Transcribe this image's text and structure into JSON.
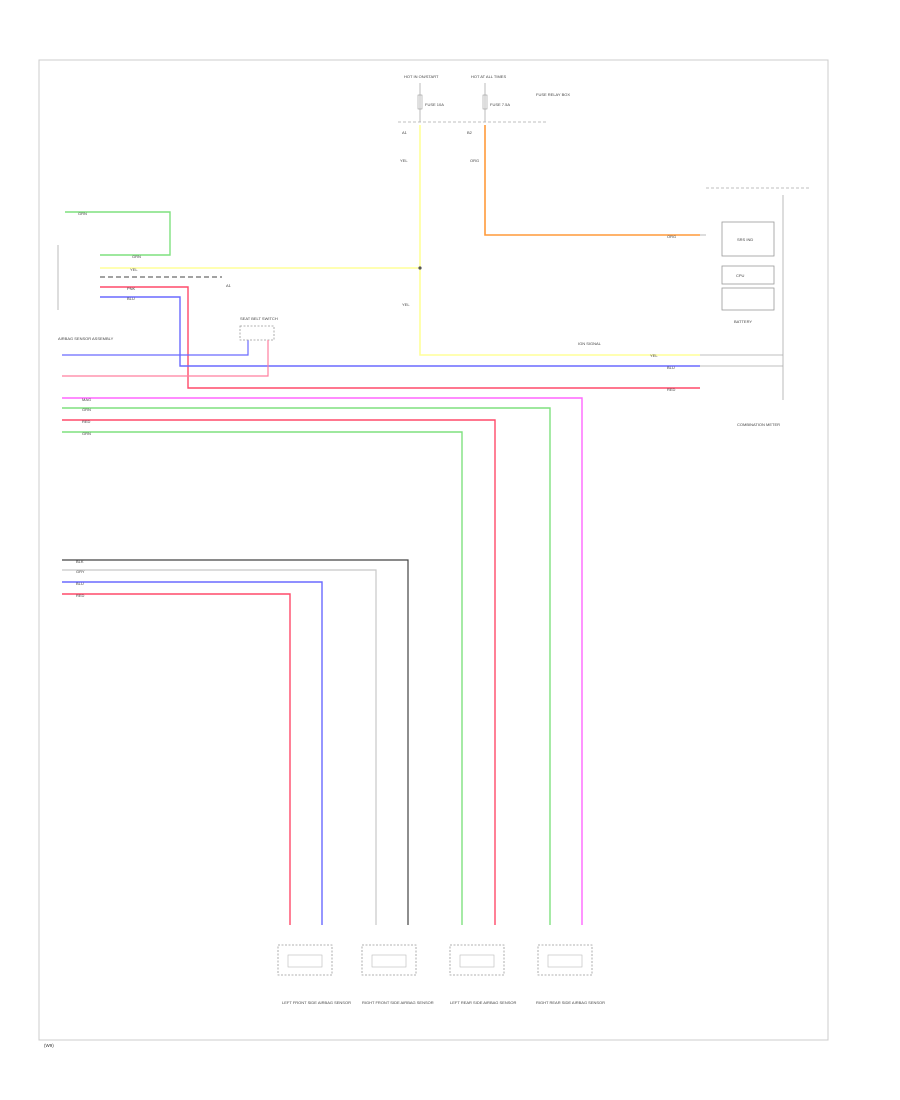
{
  "diagram": {
    "footer_code": "(W9)",
    "colors": {
      "green": "#7fe07f",
      "yellow": "#ffff99",
      "blue": "#6a6aff",
      "pink": "#ff7f9f",
      "red": "#ff4a6a",
      "magenta": "#ff66ff",
      "orange": "#ff9a3a",
      "gray": "#c8c8c8",
      "black": "#444444"
    },
    "nodes": {
      "fuse_a": {
        "title": "HOT IN ON/START",
        "fuse": "FUSE 10A",
        "pin": "A1"
      },
      "fuse_b": {
        "title": "HOT AT ALL TIMES",
        "fuse": "FUSE 7.5A",
        "pin": "B2",
        "note": "FUSE RELAY BOX"
      },
      "meter": {
        "name": "COMBINATION METER",
        "box1": "SRS IND",
        "box2": "CPU",
        "box3": "BATTERY"
      },
      "ecu": {
        "name": "AIRBAG SENSOR ASSEMBLY",
        "connector": "A1"
      },
      "seat_switch": {
        "name": "SEAT BELT SWITCH"
      },
      "bus": {
        "label": "IGN SIGNAL"
      },
      "sensors": [
        {
          "label": "LEFT FRONT SIDE AIRBAG SENSOR"
        },
        {
          "label": "RIGHT FRONT SIDE AIRBAG SENSOR"
        },
        {
          "label": "LEFT REAR SIDE AIRBAG SENSOR"
        },
        {
          "label": "RIGHT REAR SIDE AIRBAG SENSOR"
        }
      ]
    },
    "wire_labels": {
      "top_green": "GRN",
      "ecu_grn": "GRN",
      "ecu_yel": "YEL",
      "ecu_pnk": "PNK",
      "ecu_blu": "BLU",
      "fuse_a_wire": "YEL",
      "fuse_b_wire": "ORG",
      "left_yel": "YEL",
      "meter_yel": "YEL",
      "meter_blu": "BLU",
      "meter_red": "RED",
      "meter_org": "ORG",
      "m1": "MAG",
      "m2": "GRN",
      "m3": "RED",
      "m4": "GRN",
      "l1": "BLK",
      "l2": "GRY",
      "l3": "BLU",
      "l4": "RED"
    }
  }
}
